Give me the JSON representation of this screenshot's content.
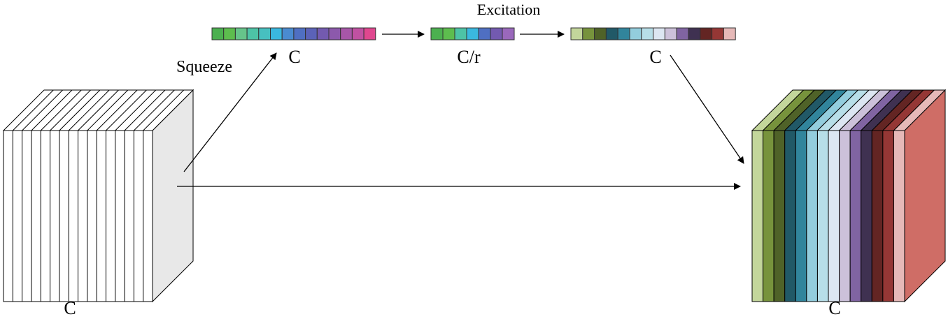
{
  "labels": {
    "excitation": "Excitation",
    "squeeze": "Squeeze",
    "vector_c": "C",
    "vector_cr": "C/r",
    "vector_c_out": "C",
    "input_c": "C",
    "output_c": "C"
  },
  "vectors": {
    "squeeze": [
      "#4CB050",
      "#5DBD4E",
      "#66C48A",
      "#4DC3A6",
      "#47C0C0",
      "#3AB8DF",
      "#4A8BD0",
      "#4F6FC2",
      "#5B62B8",
      "#735AB0",
      "#8C59AC",
      "#A756A8",
      "#C051A2",
      "#E0478F"
    ],
    "reduced": [
      "#4CB050",
      "#5DBD4E",
      "#4DC3A6",
      "#3AB8DF",
      "#4F6FC2",
      "#735AB0",
      "#9A68BC"
    ],
    "excited": [
      "#C3D69B",
      "#77933C",
      "#4F6228",
      "#215967",
      "#31859C",
      "#93CDDD",
      "#B7DEE8",
      "#DCE6F2",
      "#CCC1DA",
      "#8064A2",
      "#3F3151",
      "#632523",
      "#953735",
      "#E6B9B8"
    ]
  },
  "input_cube": {
    "slices": 16,
    "face_color": "#FFFFFF",
    "side_color": "#E8E8E8"
  },
  "output_cube": {
    "slices": [
      "#C3D69B",
      "#77933C",
      "#4F6228",
      "#215967",
      "#31859C",
      "#93CDDD",
      "#B7DEE8",
      "#DCE6F2",
      "#CCC1DA",
      "#8064A2",
      "#3F3151",
      "#632523",
      "#953735",
      "#E6B9B8"
    ],
    "side_color": "#CF6D66"
  }
}
